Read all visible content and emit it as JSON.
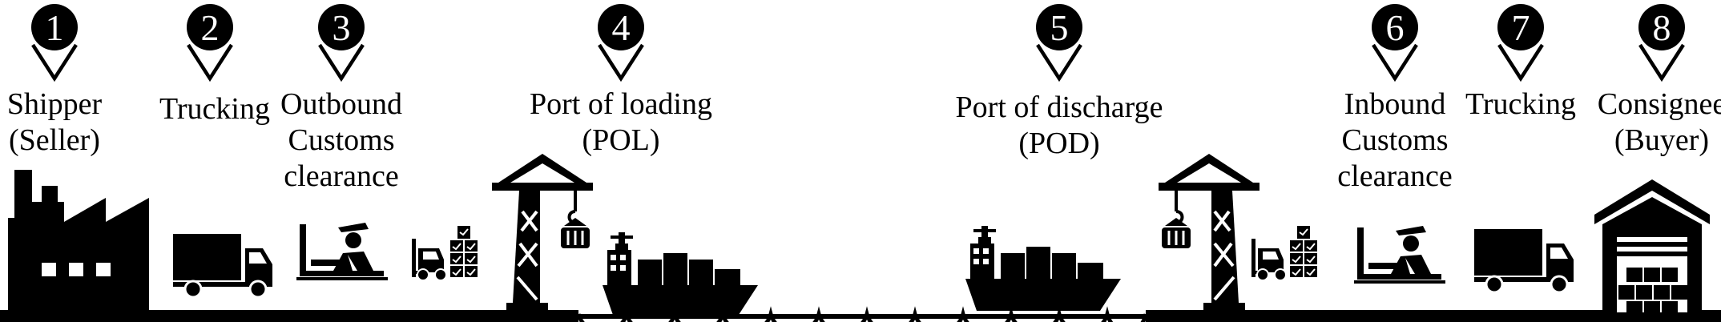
{
  "colors": {
    "ink": "#000000",
    "paper": "#ffffff"
  },
  "steps": [
    {
      "number": "1",
      "label_lines": [
        "Shipper",
        "(Seller)"
      ],
      "icon": "factory-icon"
    },
    {
      "number": "2",
      "label_lines": [
        "Trucking"
      ],
      "icon": "truck-icon"
    },
    {
      "number": "3",
      "label_lines": [
        "Outbound",
        "Customs",
        "clearance"
      ],
      "icon": "customs-officer-icon"
    },
    {
      "number": "4",
      "label_lines": [
        "Port of loading",
        "(POL)"
      ],
      "icon": "port-crane-icon"
    },
    {
      "number": "5",
      "label_lines": [
        "Port of discharge",
        "(POD)"
      ],
      "icon": "cargo-ship-icon"
    },
    {
      "number": "6",
      "label_lines": [
        "Inbound",
        "Customs",
        "clearance"
      ],
      "icon": "customs-officer-icon"
    },
    {
      "number": "7",
      "label_lines": [
        "Trucking"
      ],
      "icon": "truck-icon"
    },
    {
      "number": "8",
      "label_lines": [
        "Consignee",
        "(Buyer)"
      ],
      "icon": "warehouse-icon"
    }
  ]
}
